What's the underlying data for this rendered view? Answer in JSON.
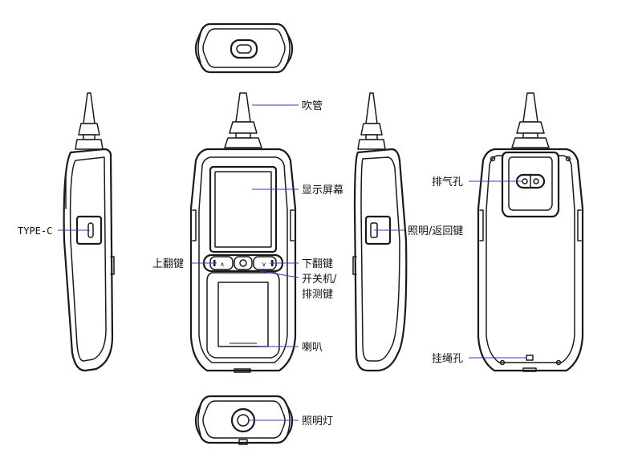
{
  "colors": {
    "outline": "#1a1a1a",
    "leader_line": "#2f3fbf",
    "background": "#ffffff"
  },
  "labels": {
    "blow_tube": "吹管",
    "display": "显示屏幕",
    "page_up_key": "上翻键",
    "page_down_key": "下翻键",
    "power_key_line1": "开关机/",
    "power_key_line2": "排测键",
    "speaker": "喇叭",
    "type_c": "TYPE-C",
    "light_back_key": "照明/返回键",
    "exhaust_hole": "排气孔",
    "lanyard_hole": "挂绳孔",
    "light": "照明灯"
  },
  "key_glyphs": {
    "up": "∧",
    "down": "∨"
  }
}
